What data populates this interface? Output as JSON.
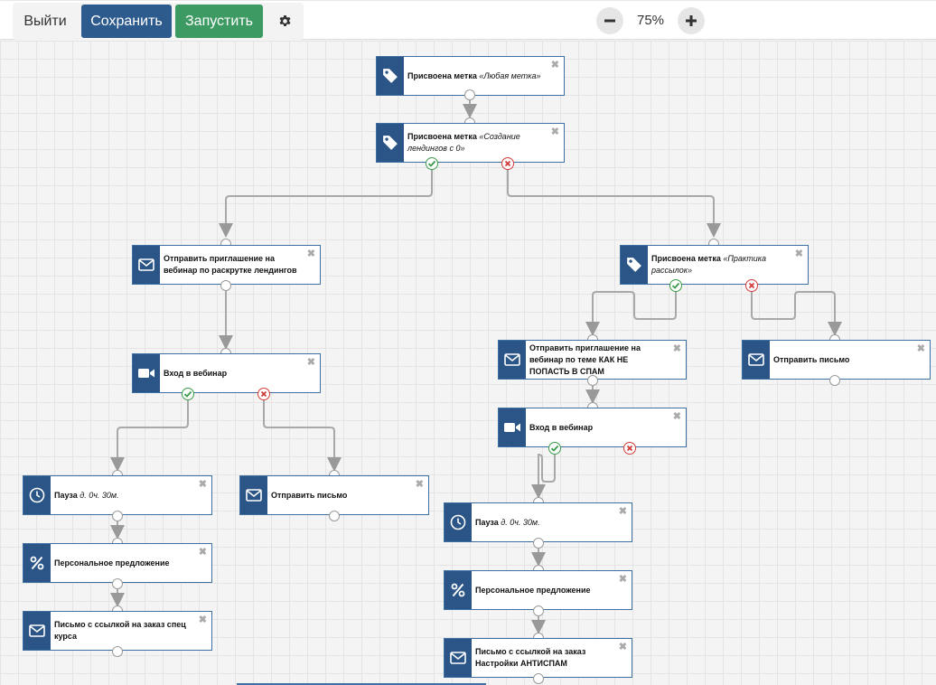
{
  "toolbar": {
    "exit_label": "Выйти",
    "save_label": "Сохранить",
    "run_label": "Запустить",
    "zoom_value": "75%",
    "colors": {
      "save": "#2e5b8d",
      "run": "#3e9a63"
    }
  },
  "nodes": {
    "n1": {
      "title": "Присвоена метка",
      "param": "«Любая метка»",
      "icon": "tag-icon"
    },
    "n2": {
      "title": "Присвоена метка",
      "param": "«Создание лендингов с 0»",
      "icon": "tag-icon"
    },
    "n3": {
      "title": "Отправить приглашение на вебинар по раскрутке лендингов",
      "icon": "envelope-icon"
    },
    "n4": {
      "title": "Присвоена метка",
      "param": "«Практика рассылок»",
      "icon": "tag-icon"
    },
    "n5": {
      "title": "Вход в вебинар",
      "icon": "video-icon"
    },
    "n6": {
      "title": "Отправить приглашение на вебинар по теме КАК НЕ ПОПАСТЬ В СПАМ",
      "icon": "envelope-icon"
    },
    "n7": {
      "title": "Отправить письмо",
      "icon": "envelope-icon"
    },
    "n8": {
      "title": "Вход в вебинар",
      "icon": "video-icon"
    },
    "n9": {
      "title": "Пауза",
      "param": "д. 0ч. 30м.",
      "icon": "clock-icon"
    },
    "n10": {
      "title": "Отправить письмо",
      "icon": "envelope-icon"
    },
    "n11": {
      "title": "Пауза",
      "param": "д. 0ч. 30м.",
      "icon": "clock-icon"
    },
    "n12": {
      "title": "Персональное предложение",
      "icon": "percent-icon"
    },
    "n13": {
      "title": "Персональное предложение",
      "icon": "percent-icon"
    },
    "n14": {
      "title": "Письмо с ссылкой на заказ спец курса",
      "icon": "envelope-icon"
    },
    "n15": {
      "title": "Письмо с ссылкой на заказ Настройки АНТИСПАМ",
      "icon": "envelope-icon"
    }
  }
}
